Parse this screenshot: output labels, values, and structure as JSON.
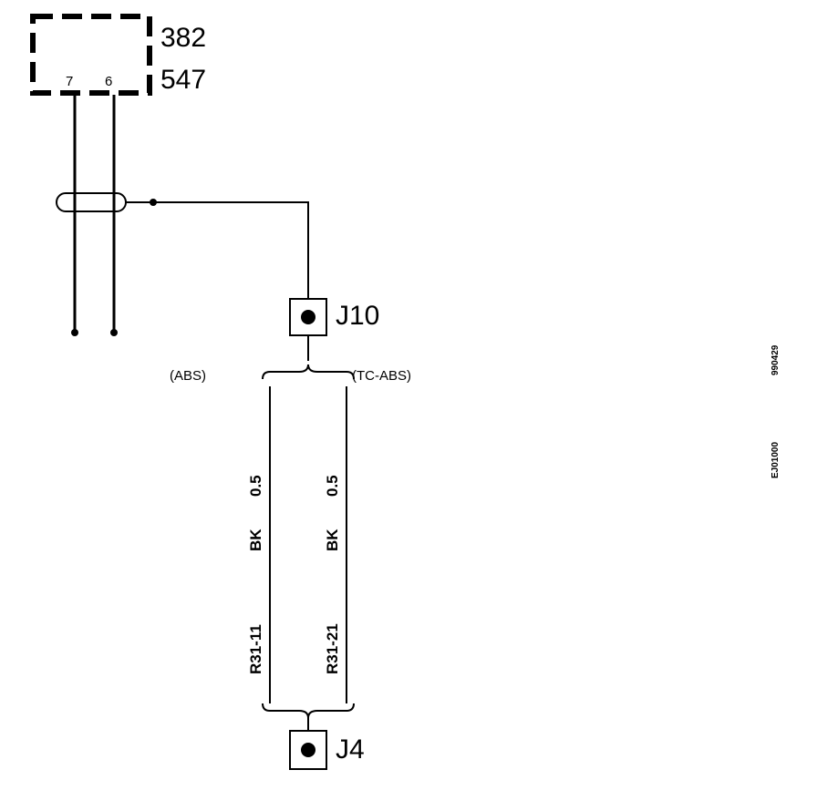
{
  "component": {
    "code_top": "382",
    "code_bottom": "547",
    "pin_left": "7",
    "pin_right": "6"
  },
  "connectors": {
    "upper": "J10",
    "lower": "J4"
  },
  "variants": {
    "left": "(ABS)",
    "right": "(TC-ABS)"
  },
  "wires": [
    {
      "size": "0.5",
      "color": "BK",
      "id": "R31-11"
    },
    {
      "size": "0.5",
      "color": "BK",
      "id": "R31-21"
    }
  ],
  "side_codes": {
    "date": "990429",
    "ref": "EJ01000"
  }
}
